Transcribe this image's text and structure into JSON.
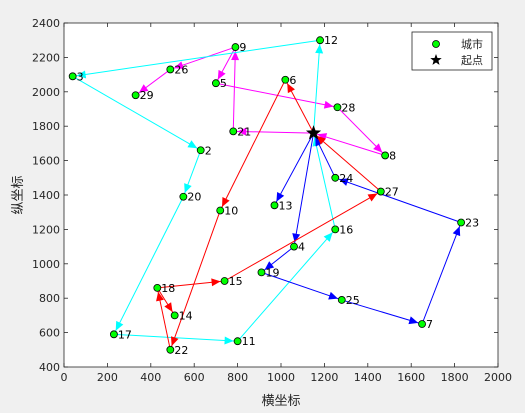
{
  "chart_data": {
    "type": "scatter",
    "xlabel": "横坐标",
    "ylabel": "纵坐标",
    "xlim": [
      0,
      2000
    ],
    "ylim": [
      400,
      2400
    ],
    "xticks": [
      0,
      200,
      400,
      600,
      800,
      1000,
      1200,
      1400,
      1600,
      1800,
      2000
    ],
    "yticks": [
      400,
      600,
      800,
      1000,
      1200,
      1400,
      1600,
      1800,
      2000,
      2200,
      2400
    ],
    "grid": false,
    "legend_position": "top-right",
    "legend": [
      {
        "label": "城市",
        "marker": "circle",
        "color": "#00ff00"
      },
      {
        "label": "起点",
        "marker": "star",
        "color": "#000000"
      }
    ],
    "start": {
      "x": 1150,
      "y": 1760
    },
    "cities": [
      {
        "id": "2",
        "x": 630,
        "y": 1660
      },
      {
        "id": "3",
        "x": 40,
        "y": 2090
      },
      {
        "id": "4",
        "x": 1060,
        "y": 1100
      },
      {
        "id": "5",
        "x": 700,
        "y": 2050
      },
      {
        "id": "6",
        "x": 1020,
        "y": 2070
      },
      {
        "id": "7",
        "x": 1650,
        "y": 650
      },
      {
        "id": "8",
        "x": 1480,
        "y": 1630
      },
      {
        "id": "9",
        "x": 790,
        "y": 2260
      },
      {
        "id": "10",
        "x": 720,
        "y": 1310
      },
      {
        "id": "11",
        "x": 800,
        "y": 550
      },
      {
        "id": "12",
        "x": 1180,
        "y": 2300
      },
      {
        "id": "13",
        "x": 970,
        "y": 1340
      },
      {
        "id": "14",
        "x": 510,
        "y": 700
      },
      {
        "id": "15",
        "x": 740,
        "y": 900
      },
      {
        "id": "16",
        "x": 1250,
        "y": 1200
      },
      {
        "id": "17",
        "x": 230,
        "y": 590
      },
      {
        "id": "18",
        "x": 430,
        "y": 860
      },
      {
        "id": "19",
        "x": 910,
        "y": 950
      },
      {
        "id": "20",
        "x": 550,
        "y": 1390
      },
      {
        "id": "21",
        "x": 780,
        "y": 1770
      },
      {
        "id": "22",
        "x": 490,
        "y": 500
      },
      {
        "id": "23",
        "x": 1830,
        "y": 1240
      },
      {
        "id": "24",
        "x": 1250,
        "y": 1500
      },
      {
        "id": "25",
        "x": 1280,
        "y": 790
      },
      {
        "id": "26",
        "x": 490,
        "y": 2130
      },
      {
        "id": "27",
        "x": 1460,
        "y": 1420
      },
      {
        "id": "28",
        "x": 1260,
        "y": 1910
      },
      {
        "id": "29",
        "x": 330,
        "y": 1980
      }
    ],
    "series": [
      {
        "color": "#ff00ff",
        "path": [
          "start",
          "21",
          "9",
          "5",
          "28",
          "8",
          "start"
        ]
      },
      {
        "color": "#ff00ff",
        "path": [
          "9",
          "26",
          "29"
        ]
      },
      {
        "color": "#00ffff",
        "path": [
          "start",
          "12",
          "3",
          "2",
          "20",
          "17",
          "11",
          "16",
          "start"
        ]
      },
      {
        "color": "#0000ff",
        "path": [
          "start",
          "13"
        ]
      },
      {
        "color": "#0000ff",
        "path": [
          "start",
          "4",
          "19",
          "25",
          "7",
          "23",
          "24",
          "start"
        ]
      },
      {
        "color": "#ff0000",
        "path": [
          "start",
          "6",
          "10",
          "22",
          "18",
          "14"
        ]
      },
      {
        "color": "#ff0000",
        "path": [
          "18",
          "15",
          "27",
          "start"
        ]
      }
    ]
  }
}
